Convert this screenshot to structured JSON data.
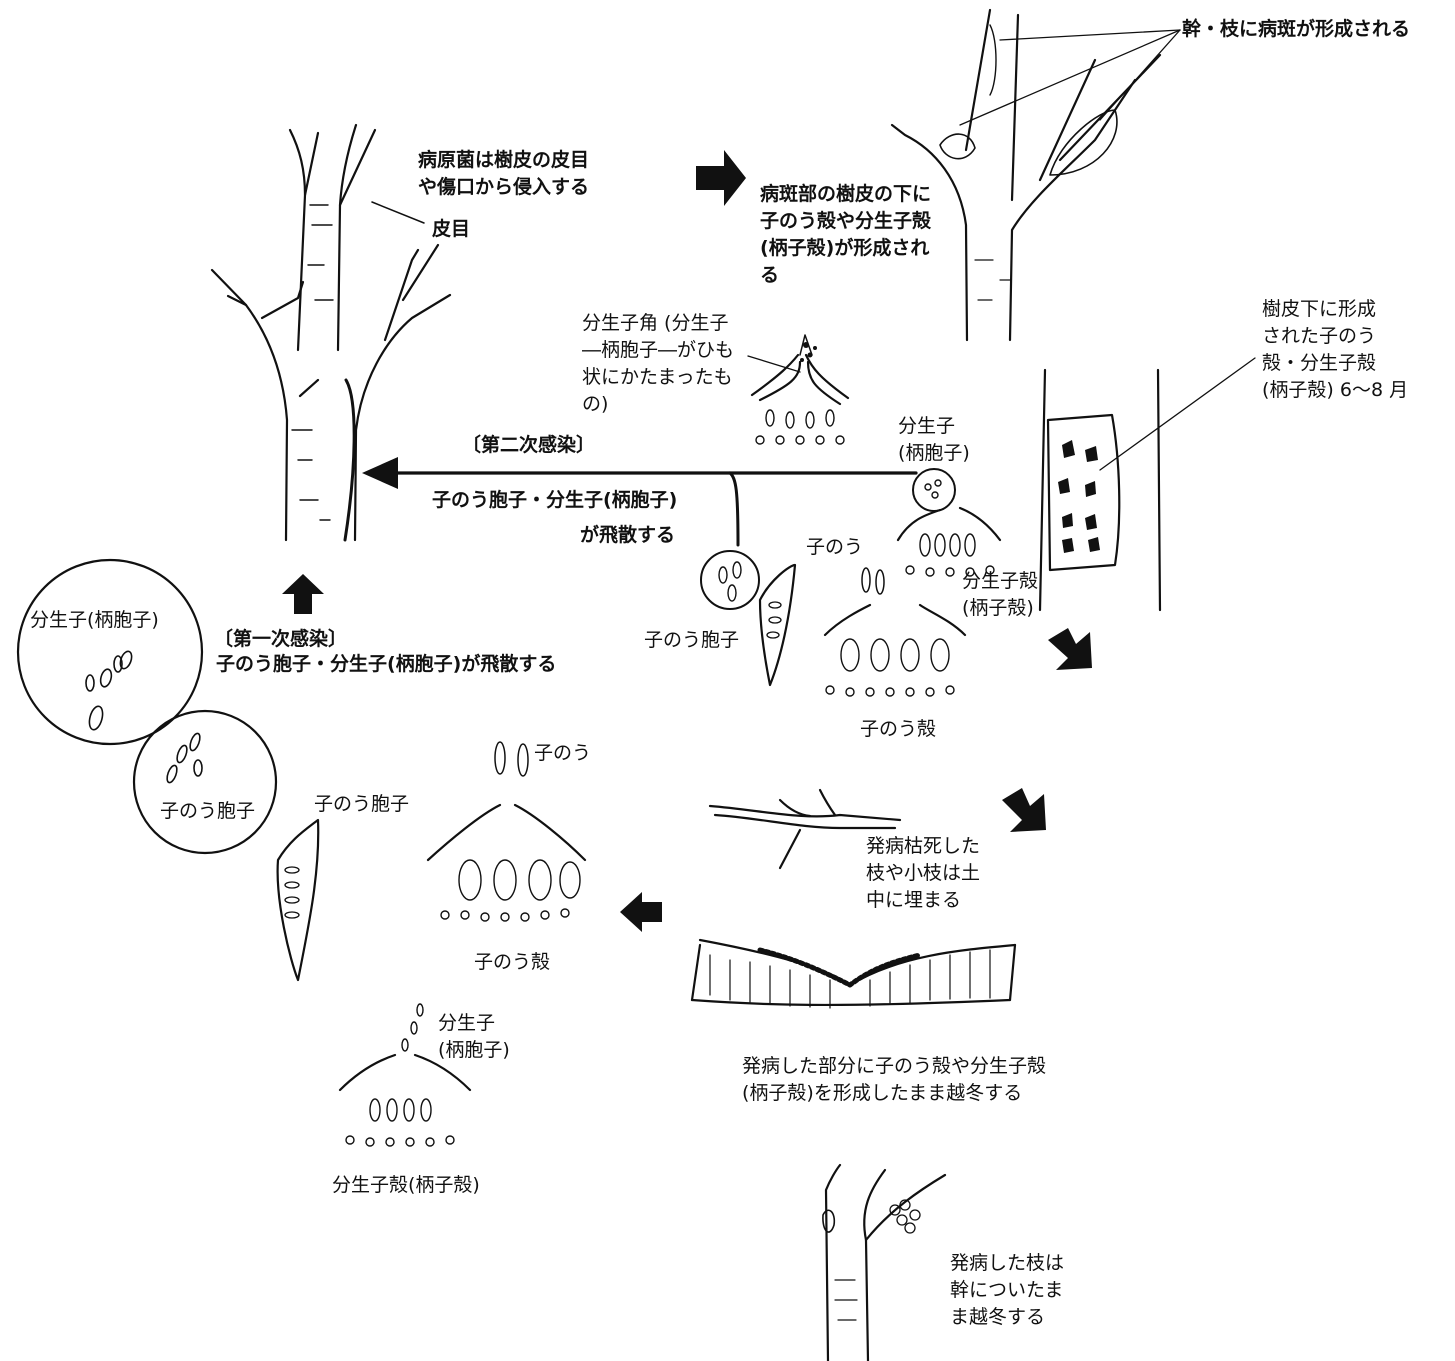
{
  "labels": {
    "trunk_branch_lesions": "幹・枝に病斑が形成される",
    "pathogen_entry": "病原菌は樹皮の皮目\nや傷口から侵入する",
    "lenticel": "皮目",
    "fruiting_under_bark": "病斑部の樹皮の下に\n子のう殻や分生子殻\n(柄子殻)が形成され\nる",
    "subbark_formation": "樹皮下に形成\nされた子のう\n殻・分生子殻\n(柄子殻) 6〜8 月",
    "conidial_horn": "分生子角 (分生子\n―柄胞子―がひも\n状にかたまったも\nの)",
    "secondary_infection": "〔第二次感染〕",
    "secondary_dispersal_line1": "子のう胞子・分生子(柄胞子)",
    "secondary_dispersal_line2": "が飛散する",
    "conidium_top": "分生子\n(柄胞子)",
    "ascus_mid": "子のう",
    "ascospore_mid": "子のう胞子",
    "pycnidium_mid": "分生子殻\n(柄子殻)",
    "perithecium_mid": "子のう殻",
    "circle_conidium": "分生子(柄胞子)",
    "primary_infection": "〔第一次感染〕",
    "primary_dispersal": "子のう胞子・分生子(柄胞子)が飛散する",
    "circle_ascospore": "子のう胞子",
    "ascospore_lower": "子のう胞子",
    "ascus_lower": "子のう",
    "perithecium_lower": "子のう殻",
    "dead_twigs": "発病枯死した\n枝や小枝は土\n中に埋まる",
    "overwinter_tissue": "発病した部分に子のう殻や分生子殻\n(柄子殻)を形成したまま越冬する",
    "conidium_lower": "分生子\n(柄胞子)",
    "pycnidium_lower": "分生子殻(柄子殻)",
    "overwinter_branch": "発病した枝は\n幹についたま\nま越冬する"
  },
  "colors": {
    "ink": "#111111",
    "background": "#ffffff"
  },
  "icons": [
    "right-arrow-icon",
    "down-right-arrow-icon",
    "left-arrow-icon",
    "up-arrow-icon",
    "left-long-arrow-icon"
  ]
}
